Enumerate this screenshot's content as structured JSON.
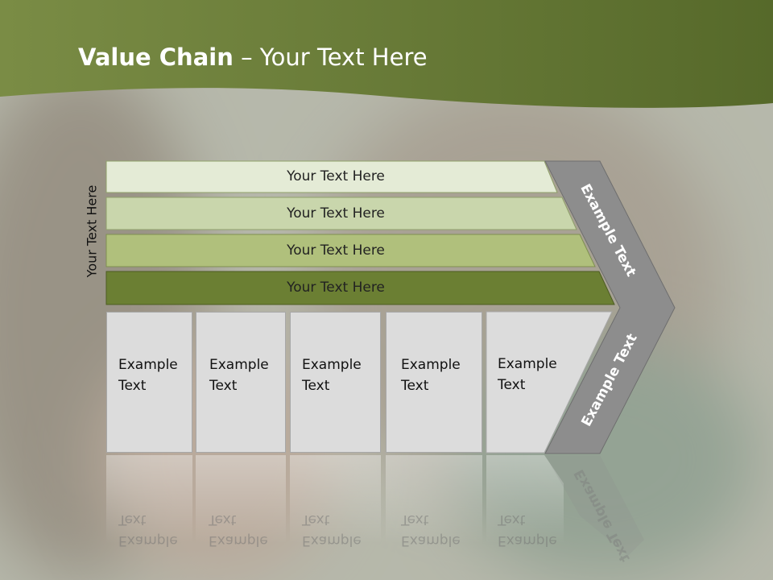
{
  "slide": {
    "title_bold": "Value Chain",
    "title_rest": " – Your Text Here",
    "side_label": "Your Text Here"
  },
  "rows": [
    {
      "label": "Your Text Here",
      "color": "#e4ebd6"
    },
    {
      "label": "Your Text Here",
      "color": "#c9d6ac"
    },
    {
      "label": "Your Text Here",
      "color": "#b0c07c"
    },
    {
      "label": "Your Text Here",
      "color": "#6b7f33"
    }
  ],
  "cells": [
    {
      "line1": "Example",
      "line2": "Text"
    },
    {
      "line1": "Example",
      "line2": "Text"
    },
    {
      "line1": "Example",
      "line2": "Text"
    },
    {
      "line1": "Example",
      "line2": "Text"
    },
    {
      "line1": "Example",
      "line2": "Text"
    }
  ],
  "chevron": {
    "top_label": "Example Text",
    "bottom_label": "Example Text",
    "color": "#8d8d8d"
  },
  "colors": {
    "header_green": "#6b7f3a",
    "cell_fill": "#dcdcdc"
  }
}
